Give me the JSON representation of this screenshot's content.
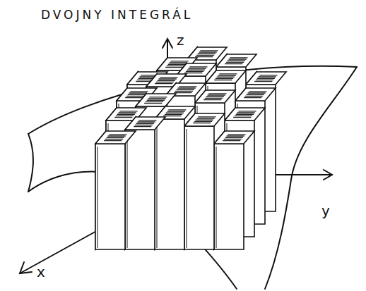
{
  "diagram": {
    "title": "DVOJNY INTEGRÁL",
    "labels": [
      "z",
      "y",
      "x"
    ]
  }
}
